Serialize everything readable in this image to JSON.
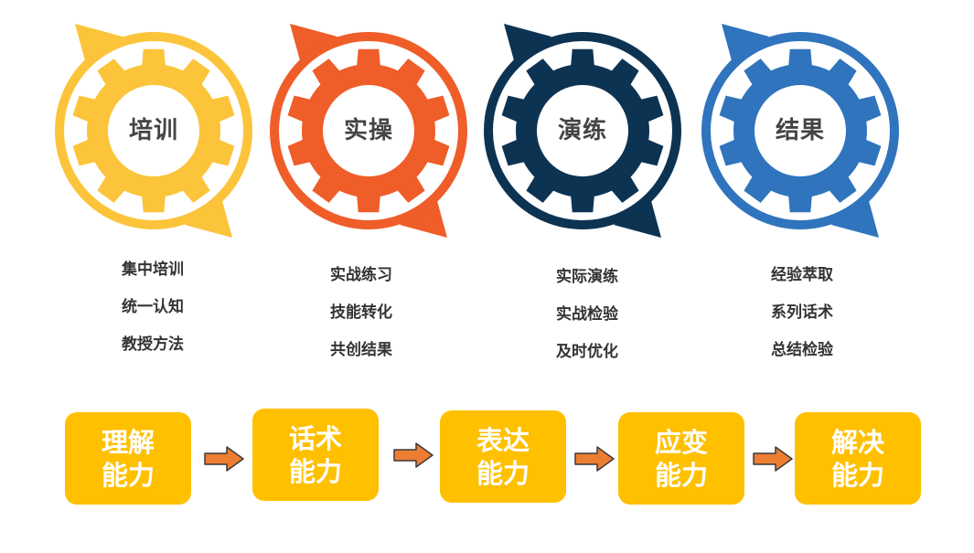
{
  "stages": [
    {
      "title": "培训",
      "color": "#fcc43a",
      "items": [
        "集中培训",
        "统一认知",
        "教授方法"
      ]
    },
    {
      "title": "实操",
      "color": "#ef5d29",
      "items": [
        "实战练习",
        "技能转化",
        "共创结果"
      ]
    },
    {
      "title": "演练",
      "color": "#0d3353",
      "items": [
        "实际演练",
        "实战检验",
        "及时优化"
      ]
    },
    {
      "title": "结果",
      "color": "#2f74bd",
      "items": [
        "经验萃取",
        "系列话术",
        "总结检验"
      ]
    }
  ],
  "abilities": [
    {
      "line1": "理解",
      "line2": "能力"
    },
    {
      "line1": "话术",
      "line2": "能力"
    },
    {
      "line1": "表达",
      "line2": "能力"
    },
    {
      "line1": "应变",
      "line2": "能力"
    },
    {
      "line1": "解决",
      "line2": "能力"
    }
  ],
  "colors": {
    "ability_box": "#ffc000",
    "arrow_fill": "#ed7d31",
    "arrow_stroke": "#3a3a3a"
  }
}
